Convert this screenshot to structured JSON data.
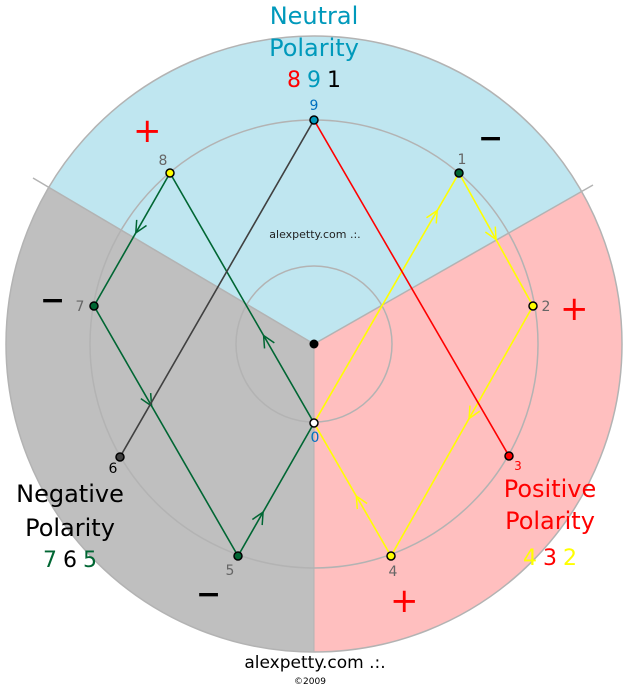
{
  "colors": {
    "neutral_sector": "#bfe6f0",
    "negative_sector": "#bfbfbf",
    "positive_sector": "#ffbfbf",
    "circle_stroke": "#b3b3b3",
    "green": "#006633",
    "yellow": "#ffff00",
    "red": "#ff0000",
    "dark": "#404040",
    "blue": "#0099bb",
    "label_gray": "#666666",
    "label_blue": "#0070c0"
  },
  "neutral": {
    "title_line1": "Neutral",
    "title_line2": "Polarity",
    "digits": [
      {
        "t": "8",
        "c": "#ff0000"
      },
      {
        "t": "9",
        "c": "#0099bb"
      },
      {
        "t": "1",
        "c": "#000000"
      }
    ]
  },
  "negative": {
    "title_line1": "Negative",
    "title_line2": "Polarity",
    "digits": [
      {
        "t": "7",
        "c": "#006633"
      },
      {
        "t": "6",
        "c": "#000000"
      },
      {
        "t": "5",
        "c": "#006633"
      }
    ]
  },
  "positive": {
    "title_line1": "Positive",
    "title_line2": "Polarity",
    "digits": [
      {
        "t": "4",
        "c": "#ffff00"
      },
      {
        "t": "3",
        "c": "#ff0000"
      },
      {
        "t": "2",
        "c": "#ffff00"
      }
    ]
  },
  "signs": {
    "plus": "+",
    "minus": "−"
  },
  "nodes": [
    {
      "id": "9",
      "label": "9",
      "fill": "#0099bb",
      "label_color": "#0070c0"
    },
    {
      "id": "1",
      "label": "1",
      "fill": "#006633",
      "label_color": "#666666"
    },
    {
      "id": "2",
      "label": "2",
      "fill": "#ffff00",
      "label_color": "#666666"
    },
    {
      "id": "3",
      "label": "3",
      "fill": "#ff0000",
      "label_color": "#ff0000"
    },
    {
      "id": "4",
      "label": "4",
      "fill": "#ffff00",
      "label_color": "#666666"
    },
    {
      "id": "5",
      "label": "5",
      "fill": "#006633",
      "label_color": "#666666"
    },
    {
      "id": "6",
      "label": "6",
      "fill": "#404040",
      "label_color": "#000000"
    },
    {
      "id": "7",
      "label": "7",
      "fill": "#006633",
      "label_color": "#666666"
    },
    {
      "id": "8",
      "label": "8",
      "fill": "#ffff00",
      "label_color": "#666666"
    },
    {
      "id": "0",
      "label": "0",
      "fill": "#ffffff",
      "label_color": "#0070c0"
    }
  ],
  "edges": [
    {
      "from": "8",
      "to": "7",
      "color": "#006633",
      "arrow": true
    },
    {
      "from": "7",
      "to": "5",
      "color": "#006633",
      "arrow": true
    },
    {
      "from": "5",
      "to": "0",
      "color": "#006633",
      "arrow": true
    },
    {
      "from": "0",
      "to": "8",
      "color": "#006633",
      "arrow": true
    },
    {
      "from": "0",
      "to": "1",
      "color": "#ffff00",
      "arrow": true
    },
    {
      "from": "1",
      "to": "2",
      "color": "#ffff00",
      "arrow": true
    },
    {
      "from": "2",
      "to": "4",
      "color": "#ffff00",
      "arrow": true
    },
    {
      "from": "4",
      "to": "0",
      "color": "#ffff00",
      "arrow": true
    },
    {
      "from": "9",
      "to": "6",
      "color": "#404040",
      "arrow": false
    },
    {
      "from": "9",
      "to": "3",
      "color": "#ff0000",
      "arrow": false
    }
  ],
  "watermark_center": "alexpetty.com .:.",
  "footer": {
    "site": "alexpetty.com .:.",
    "copyright": "©2009"
  }
}
